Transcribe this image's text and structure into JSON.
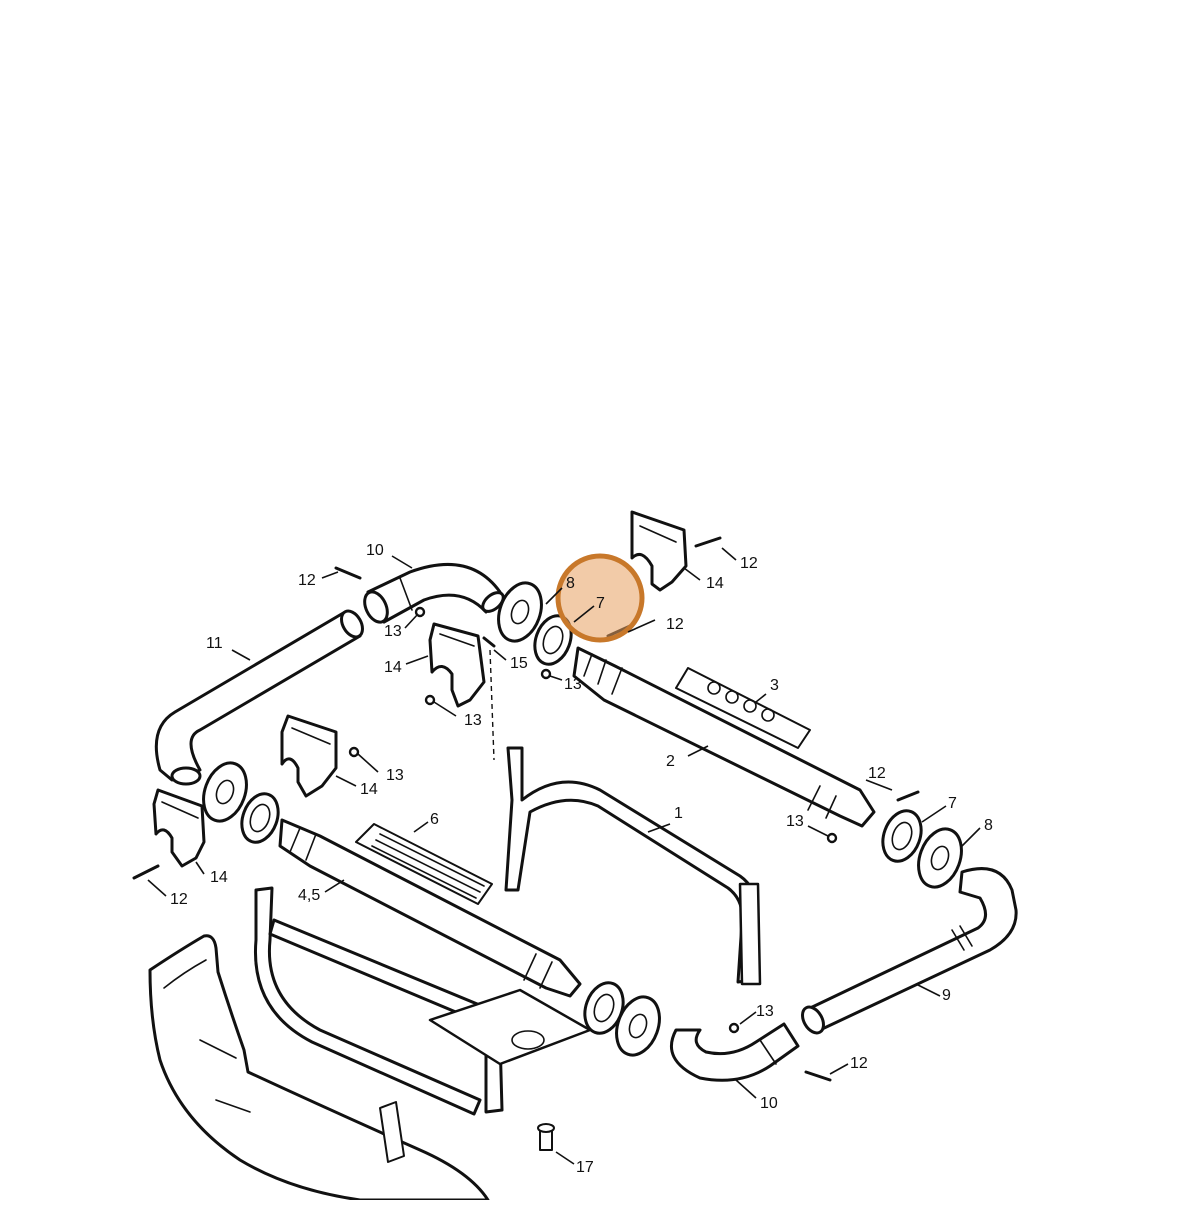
{
  "diagram": {
    "highlight_color": "#e8a060",
    "highlight_stroke": "#c8782a",
    "callouts": [
      {
        "id": "c1",
        "label": "1"
      },
      {
        "id": "c2",
        "label": "2"
      },
      {
        "id": "c3",
        "label": "3"
      },
      {
        "id": "c45",
        "label": "4,5"
      },
      {
        "id": "c6",
        "label": "6"
      },
      {
        "id": "c7a",
        "label": "7"
      },
      {
        "id": "c7b",
        "label": "7"
      },
      {
        "id": "c8a",
        "label": "8"
      },
      {
        "id": "c8b",
        "label": "8"
      },
      {
        "id": "c9",
        "label": "9"
      },
      {
        "id": "c10a",
        "label": "10"
      },
      {
        "id": "c10b",
        "label": "10"
      },
      {
        "id": "c11",
        "label": "11"
      },
      {
        "id": "c12a",
        "label": "12"
      },
      {
        "id": "c12b",
        "label": "12"
      },
      {
        "id": "c12c",
        "label": "12"
      },
      {
        "id": "c12d",
        "label": "12"
      },
      {
        "id": "c12e",
        "label": "12"
      },
      {
        "id": "c12f",
        "label": "12"
      },
      {
        "id": "c13a",
        "label": "13"
      },
      {
        "id": "c13b",
        "label": "13"
      },
      {
        "id": "c13c",
        "label": "13"
      },
      {
        "id": "c13d",
        "label": "13"
      },
      {
        "id": "c13e",
        "label": "13"
      },
      {
        "id": "c13f",
        "label": "13"
      },
      {
        "id": "c14a",
        "label": "14"
      },
      {
        "id": "c14b",
        "label": "14"
      },
      {
        "id": "c14c",
        "label": "14"
      },
      {
        "id": "c14d",
        "label": "14"
      },
      {
        "id": "c15",
        "label": "15"
      },
      {
        "id": "c17",
        "label": "17"
      }
    ]
  }
}
